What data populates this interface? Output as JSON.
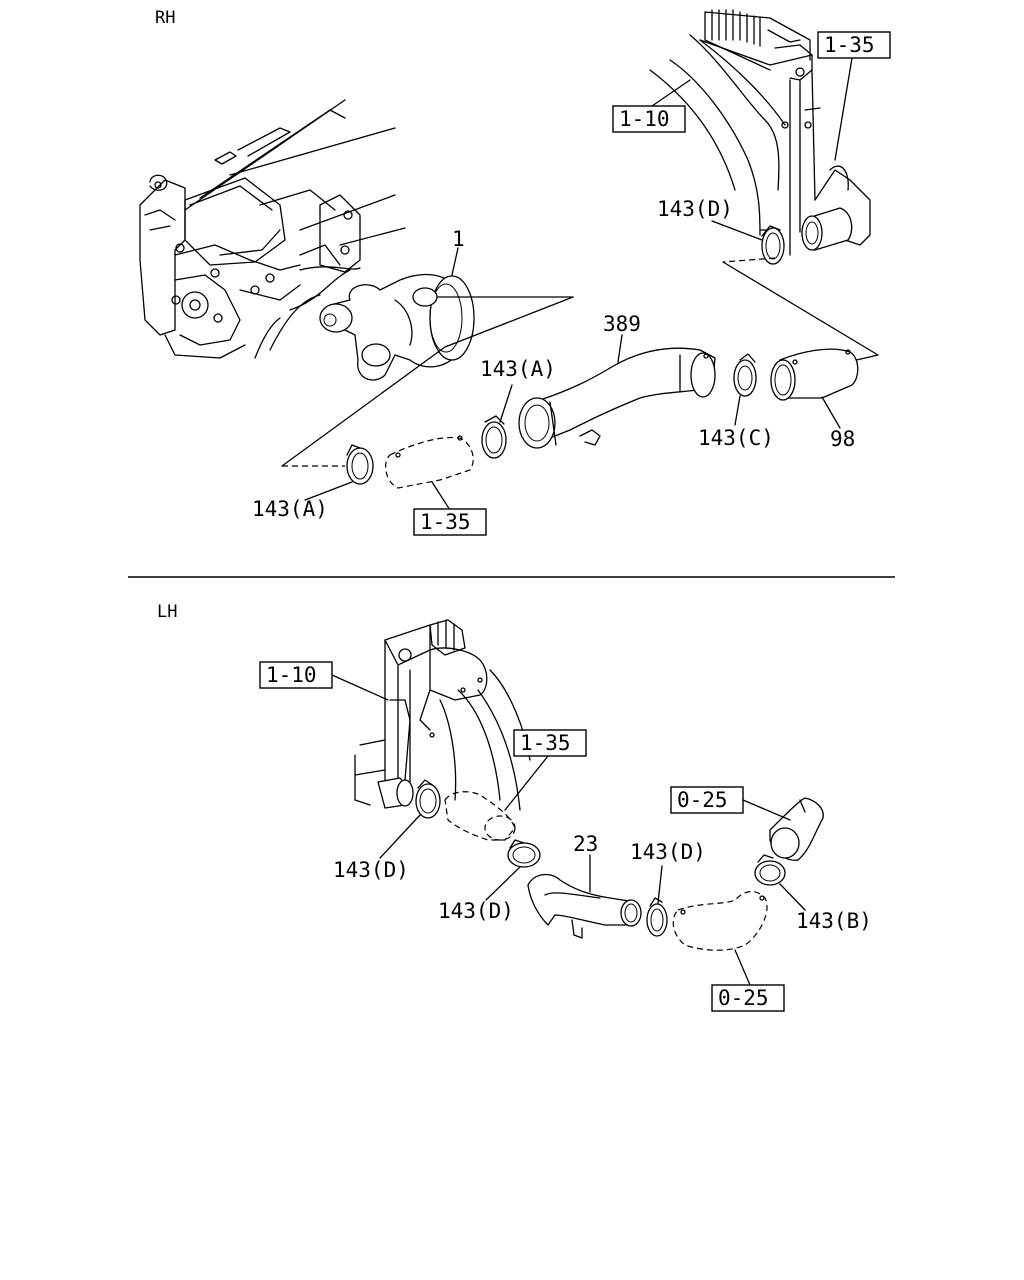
{
  "sections": {
    "rh": "RH",
    "lh": "LH"
  },
  "rh_labels": {
    "part_1": "1",
    "part_389": "389",
    "part_98": "98",
    "clamp_d_top": "143(D)",
    "clamp_a_upper": "143(A)",
    "clamp_a_lower": "143(A)",
    "clamp_c": "143(C)"
  },
  "rh_refs": {
    "ref_1_35_top": "1-35",
    "ref_1_10": "1-10",
    "ref_1_35_bottom": "1-35"
  },
  "lh_labels": {
    "part_23": "23",
    "clamp_d_left": "143(D)",
    "clamp_d_mid": "143(D)",
    "clamp_d_right": "143(D)",
    "clamp_b": "143(B)"
  },
  "lh_refs": {
    "ref_1_10": "1-10",
    "ref_1_35": "1-35",
    "ref_0_25_top": "0-25",
    "ref_0_25_bottom": "0-25"
  }
}
